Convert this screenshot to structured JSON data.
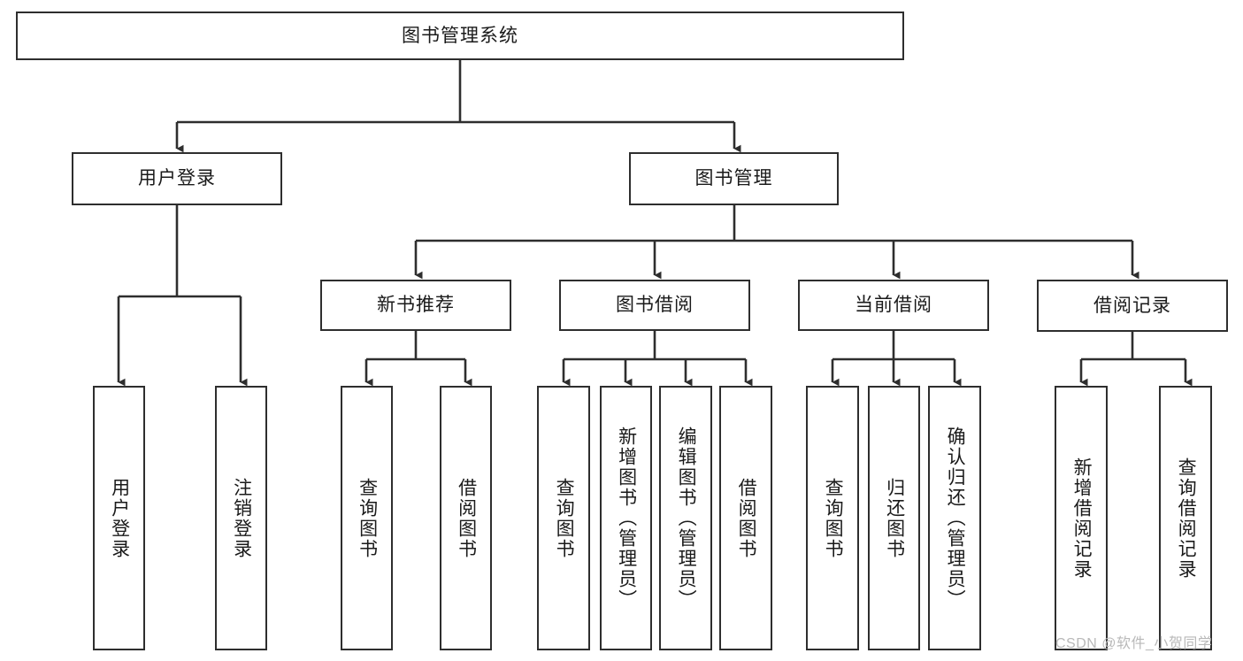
{
  "diagram": {
    "title": "图书管理系统",
    "type": "tree-hierarchy-chart",
    "root": {
      "label": "图书管理系统"
    },
    "level2": [
      {
        "label": "用户登录"
      },
      {
        "label": "图书管理"
      }
    ],
    "level3": [
      {
        "label": "新书推荐"
      },
      {
        "label": "图书借阅"
      },
      {
        "label": "当前借阅"
      },
      {
        "label": "借阅记录"
      }
    ],
    "leaves": {
      "user_login": [
        {
          "label": "用户登录"
        },
        {
          "label": "注销登录"
        }
      ],
      "new_book_recommend": [
        {
          "label": "查询图书"
        },
        {
          "label": "借阅图书"
        }
      ],
      "book_borrow": [
        {
          "label": "查询图书"
        },
        {
          "label": "新增图书（管理员）"
        },
        {
          "label": "编辑图书（管理员）"
        },
        {
          "label": "借阅图书"
        }
      ],
      "current_borrow": [
        {
          "label": "查询图书"
        },
        {
          "label": "归还图书"
        },
        {
          "label": "确认归还（管理员）"
        }
      ],
      "borrow_record": [
        {
          "label": "新增借阅记录"
        },
        {
          "label": "查询借阅记录"
        }
      ]
    }
  },
  "watermark": {
    "text": "CSDN @软件_小贺同学"
  },
  "colors": {
    "stroke": "#2e2e2e",
    "text": "#1a1a1a",
    "background": "#ffffff",
    "watermark": "#b9b9b9"
  }
}
